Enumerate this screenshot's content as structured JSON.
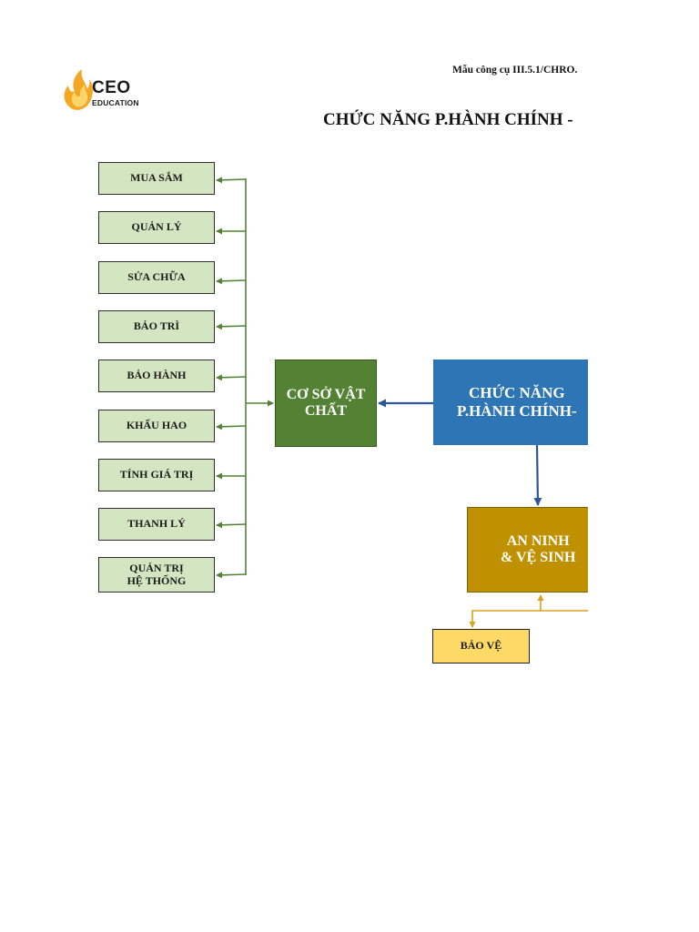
{
  "header": {
    "form_code": "Mẫu công cụ III.5.1/CHRO.",
    "title": "CHỨC NĂNG P.HÀNH CHÍNH -"
  },
  "logo": {
    "wordmark": "CEO",
    "subtitle": "EDUCATION"
  },
  "diagram": {
    "left_items": [
      "MUA SẮM",
      "QUẢN LÝ",
      "SỬA CHỮA",
      "BẢO TRÌ",
      "BẢO HÀNH",
      "KHẤU HAO",
      "TÍNH GIÁ TRỊ",
      "THANH LÝ",
      "QUẢN TRỊ\nHỆ THỐNG"
    ],
    "facility": "CƠ SỞ VẬT\nCHẤT",
    "main": "CHỨC NĂNG\nP.HÀNH CHÍNH-",
    "security": "AN NINH\n& VỆ SINH",
    "guard": "BẢO VỆ"
  },
  "colors": {
    "leaf_fill": "#d3e6c1",
    "facility_fill": "#548234",
    "main_fill": "#2e75b6",
    "security_fill": "#bf9000",
    "guard_fill": "#ffd966",
    "green_connector": "#548234",
    "blue_connector": "#2f5597",
    "gold_connector": "#d9a21b"
  }
}
